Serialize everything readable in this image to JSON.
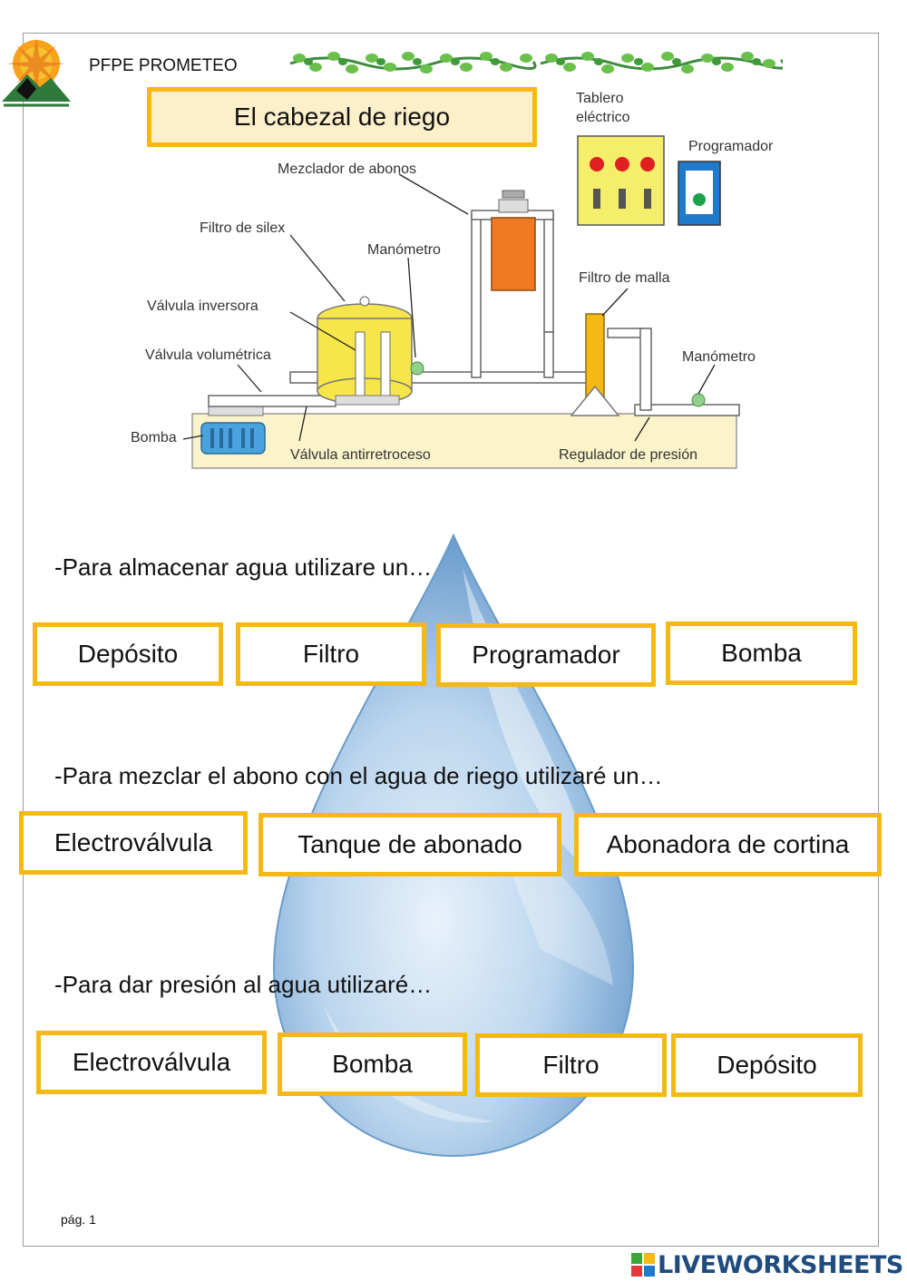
{
  "header": {
    "org_name": "PFPE PROMETEO",
    "title": "El cabezal de riego"
  },
  "diagram": {
    "labels": {
      "tablero": [
        "Tablero",
        "eléctrico"
      ],
      "programador": "Programador",
      "mezclador": "Mezclador de abonos",
      "filtro_silex": "Filtro de silex",
      "manometro_1": "Manómetro",
      "filtro_malla": "Filtro de malla",
      "valvula_inversora": "Válvula inversora",
      "valvula_volumetrica": "Válvula volumétrica",
      "manometro_2": "Manómetro",
      "bomba": "Bomba",
      "valvula_antirretroceso": "Válvula antirretroceso",
      "regulador_presion": "Regulador de presión"
    }
  },
  "questions": [
    {
      "text": "-Para almacenar agua utilizare un…",
      "options": [
        "Depósito",
        "Filtro",
        "Programador",
        "Bomba"
      ]
    },
    {
      "text": "-Para mezclar el abono con el agua de riego utilizaré un…",
      "options": [
        "Electroválvula",
        "Tanque de abonado",
        "Abonadora de cortina"
      ]
    },
    {
      "text": "-Para dar presión al agua utilizaré…",
      "options": [
        "Electroválvula",
        "Bomba",
        "Filtro",
        "Depósito"
      ]
    }
  ],
  "footer": {
    "page": "pág. 1",
    "brand": "LIVEWORKSHEETS"
  },
  "colors": {
    "option_border": "#f5b814",
    "title_fill": "#fcefc9",
    "brand": "#1f4b7e"
  }
}
